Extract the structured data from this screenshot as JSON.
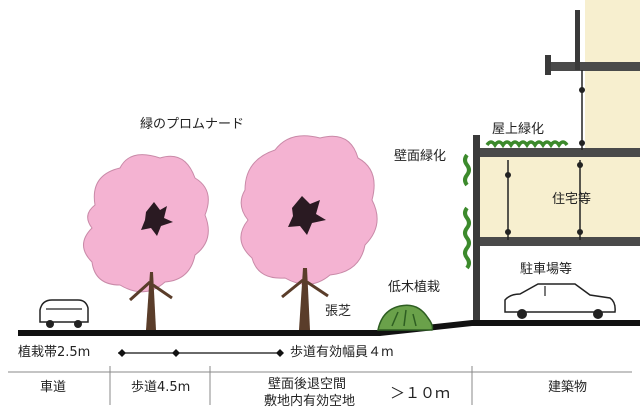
{
  "diagram": {
    "labels": {
      "promenade": "緑のプロムナード",
      "wall_greening": "壁面緑化",
      "rooftop_greening": "屋上緑化",
      "housing": "住宅等",
      "parking": "駐車場等",
      "low_planting": "低木植栽",
      "turf": "張芝",
      "planting_strip": "植栽帯2.5m",
      "sidewalk_effective": "歩道有効幅員４m",
      "roadway": "車道",
      "sidewalk": "歩道4.5m",
      "setback_space": "壁面後退空間",
      "site_effective": "敷地内有効空地",
      "setback_value": "＞１０ｍ",
      "building": "建築物"
    },
    "colors": {
      "blossom": "#f4b3d2",
      "blossom_dark": "#2a1a22",
      "foliage_green": "#3c8a2c",
      "building_fill": "#f7efcf",
      "ground": "#111111"
    },
    "icons": [
      "car-icon",
      "tree-icon",
      "shrub-icon",
      "building-section-icon"
    ]
  }
}
